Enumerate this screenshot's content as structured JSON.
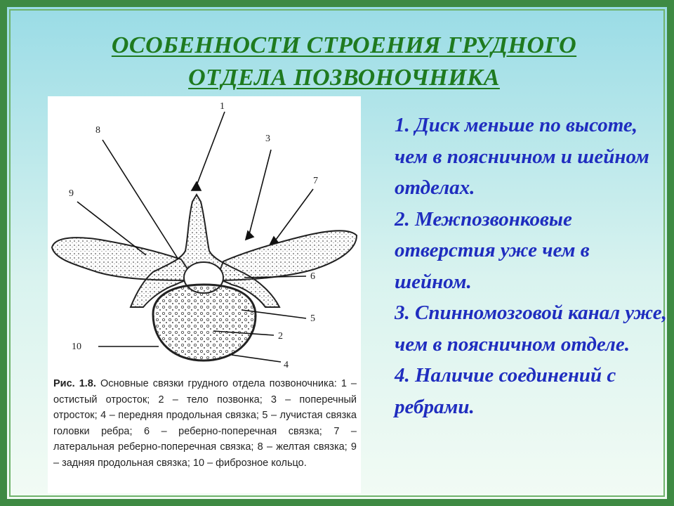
{
  "title": {
    "line1": "ОСОБЕННОСТИ СТРОЕНИЯ ГРУДНОГО",
    "line2": "ОТДЕЛА ПОЗВОНОЧНИКА"
  },
  "figure": {
    "labels": {
      "l1": "1",
      "l2": "2",
      "l3": "3",
      "l4": "4",
      "l5": "5",
      "l6": "6",
      "l7": "7",
      "l8": "8",
      "l9": "9",
      "l10": "10"
    },
    "caption_bold": "Рис. 1.8.",
    "caption_text": " Основные связки грудного отдела позвоночника: 1 – остистый отросток; 2 – тело позвонка; 3 – поперечный отросток; 4 – передняя продольная связка; 5 – лучистая связка головки ребра; 6 – реберно-поперечная связка; 7 – латеральная реберно-поперечная связка; 8 – желтая связка; 9 – задняя продольная связка; 10 – фиброзное кольцо."
  },
  "points": [
    "1. Диск меньше по высоте, чем в поясничном и шейном отделах.",
    "2. Межпозвонковые отверстия уже чем в шейном.",
    "3. Спинномозговой канал уже, чем в поясничном отделе.",
    "4. Наличие соединений с ребрами."
  ]
}
